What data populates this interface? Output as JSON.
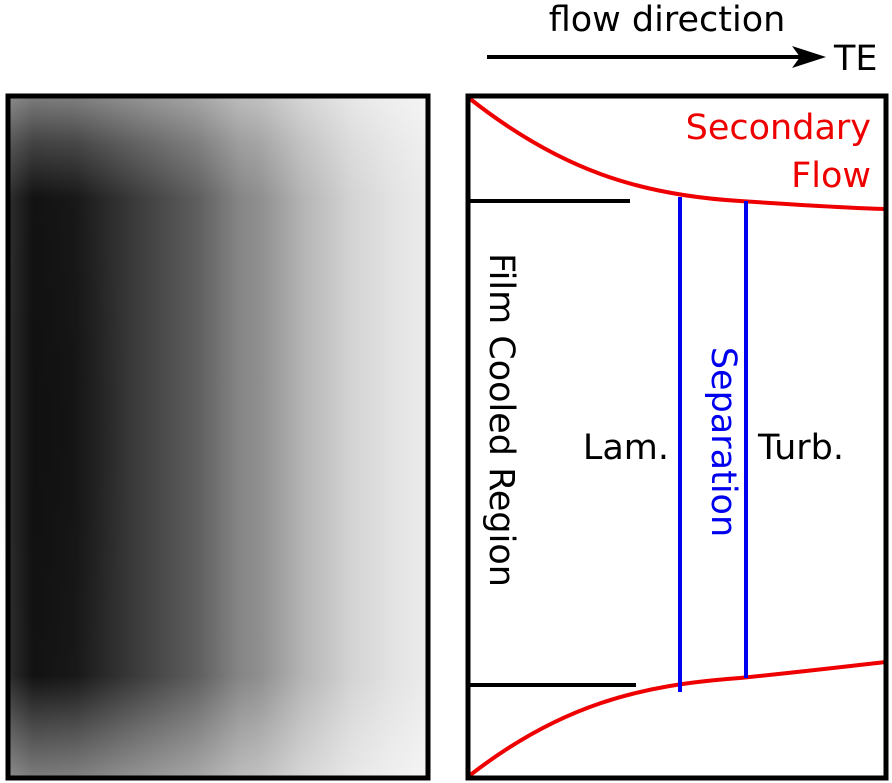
{
  "header": {
    "flow_direction_label": "flow direction",
    "te_label": "TE"
  },
  "schematic": {
    "secondary_flow_line1": "Secondary",
    "secondary_flow_line2": "Flow",
    "film_cooled_label": "Film Cooled Region",
    "separation_label": "Separation",
    "laminar_label": "Lam.",
    "turbulent_label": "Turb."
  },
  "colors": {
    "text": "#000000",
    "secondary_flow": "#ee0000",
    "separation": "#0000ee",
    "frame": "#000000"
  }
}
